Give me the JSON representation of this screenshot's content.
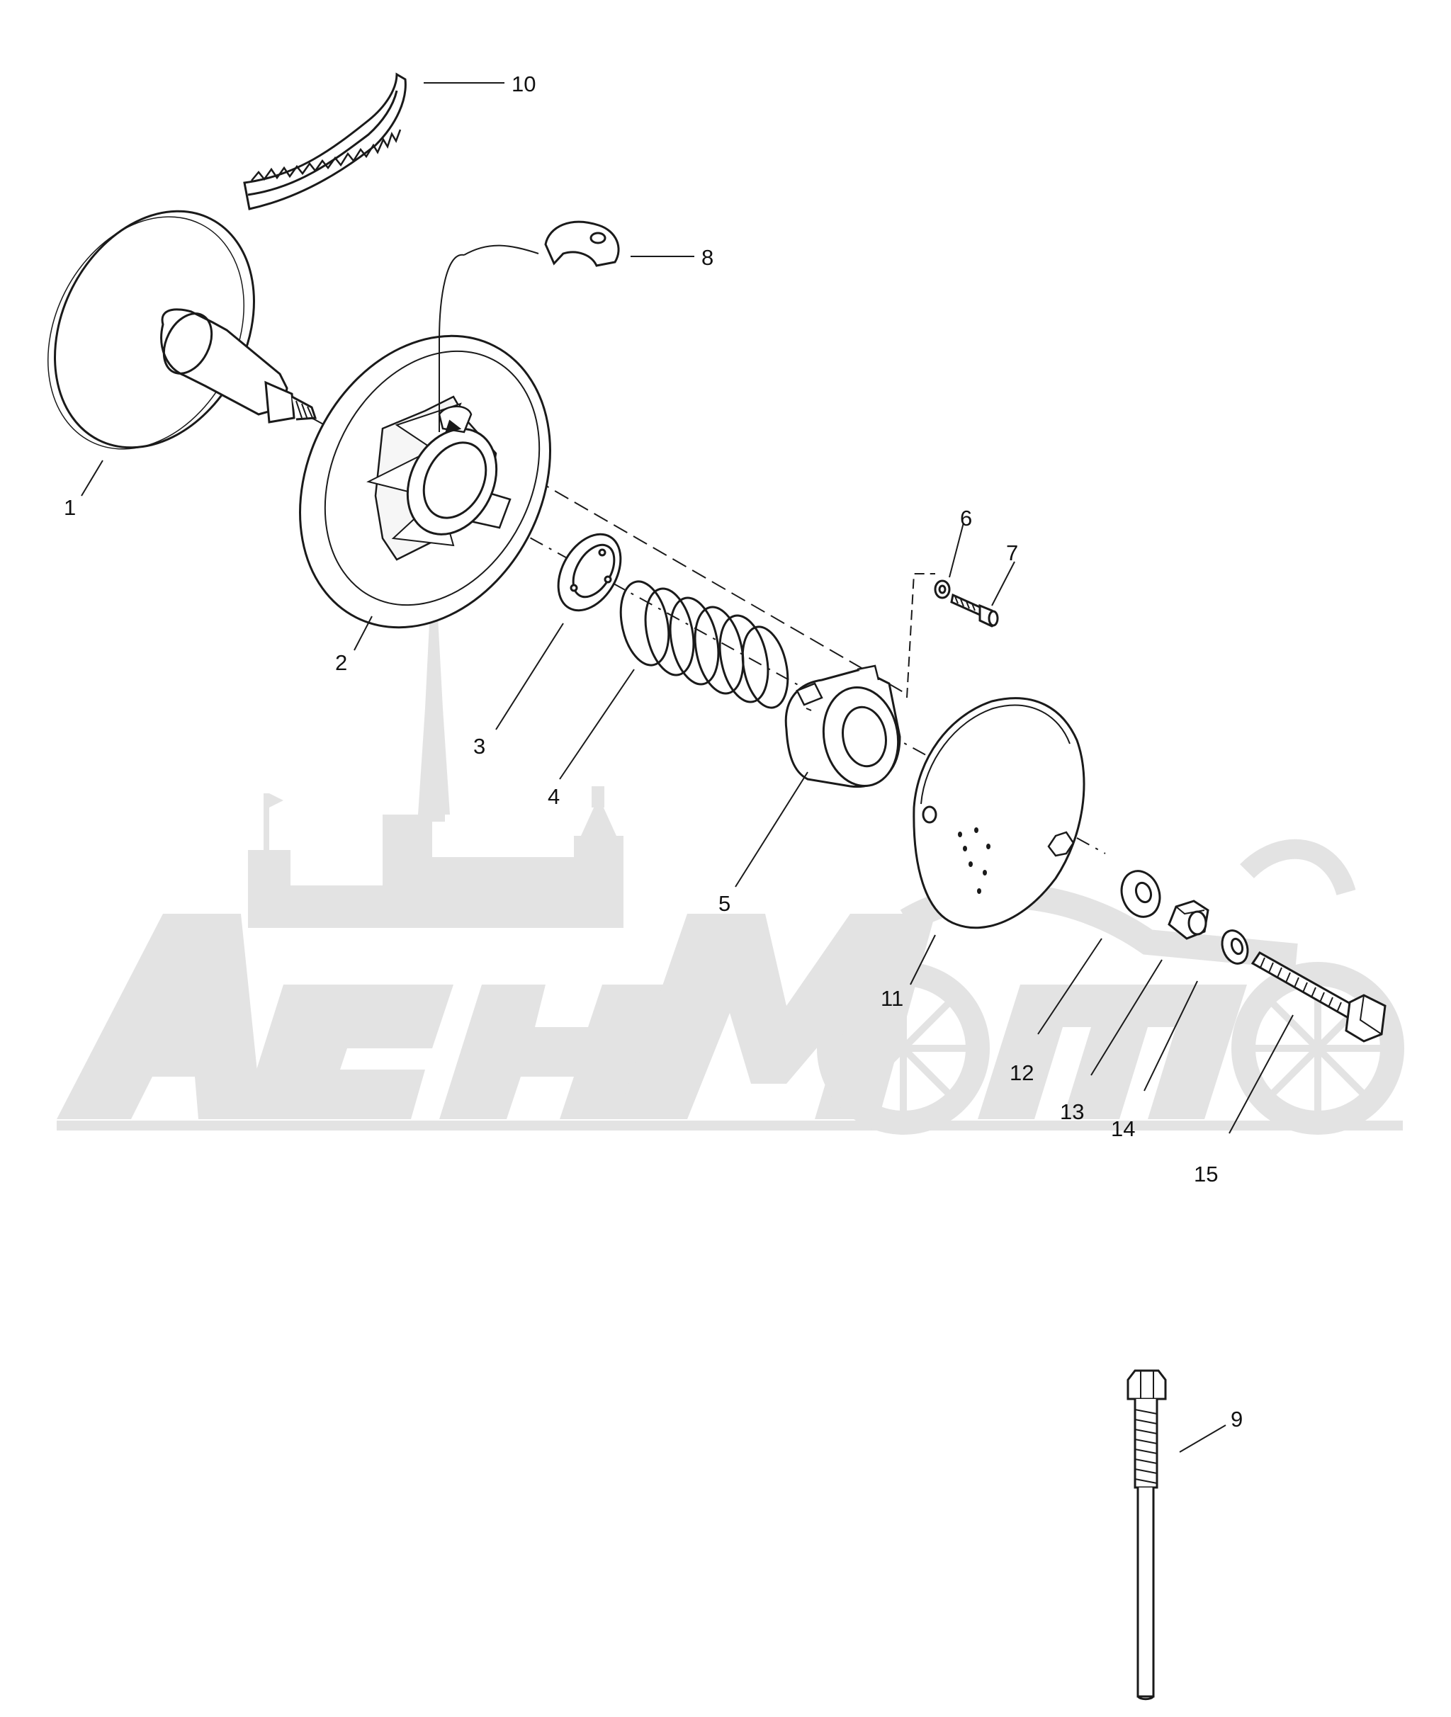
{
  "watermark": {
    "text": "AehMomo",
    "color": "#e3e3e3"
  },
  "callouts": [
    {
      "id": "c1",
      "label": "1"
    },
    {
      "id": "c2",
      "label": "2"
    },
    {
      "id": "c3",
      "label": "3"
    },
    {
      "id": "c4",
      "label": "4"
    },
    {
      "id": "c5",
      "label": "5"
    },
    {
      "id": "c6",
      "label": "6"
    },
    {
      "id": "c7",
      "label": "7"
    },
    {
      "id": "c8",
      "label": "8"
    },
    {
      "id": "c9",
      "label": "9"
    },
    {
      "id": "c10",
      "label": "10"
    },
    {
      "id": "c11",
      "label": "11"
    },
    {
      "id": "c12",
      "label": "12"
    },
    {
      "id": "c13",
      "label": "13"
    },
    {
      "id": "c14",
      "label": "14"
    },
    {
      "id": "c15",
      "label": "15"
    }
  ],
  "colors": {
    "line": "#1a1a1a",
    "watermark": "#e3e3e3",
    "background": "#ffffff"
  }
}
